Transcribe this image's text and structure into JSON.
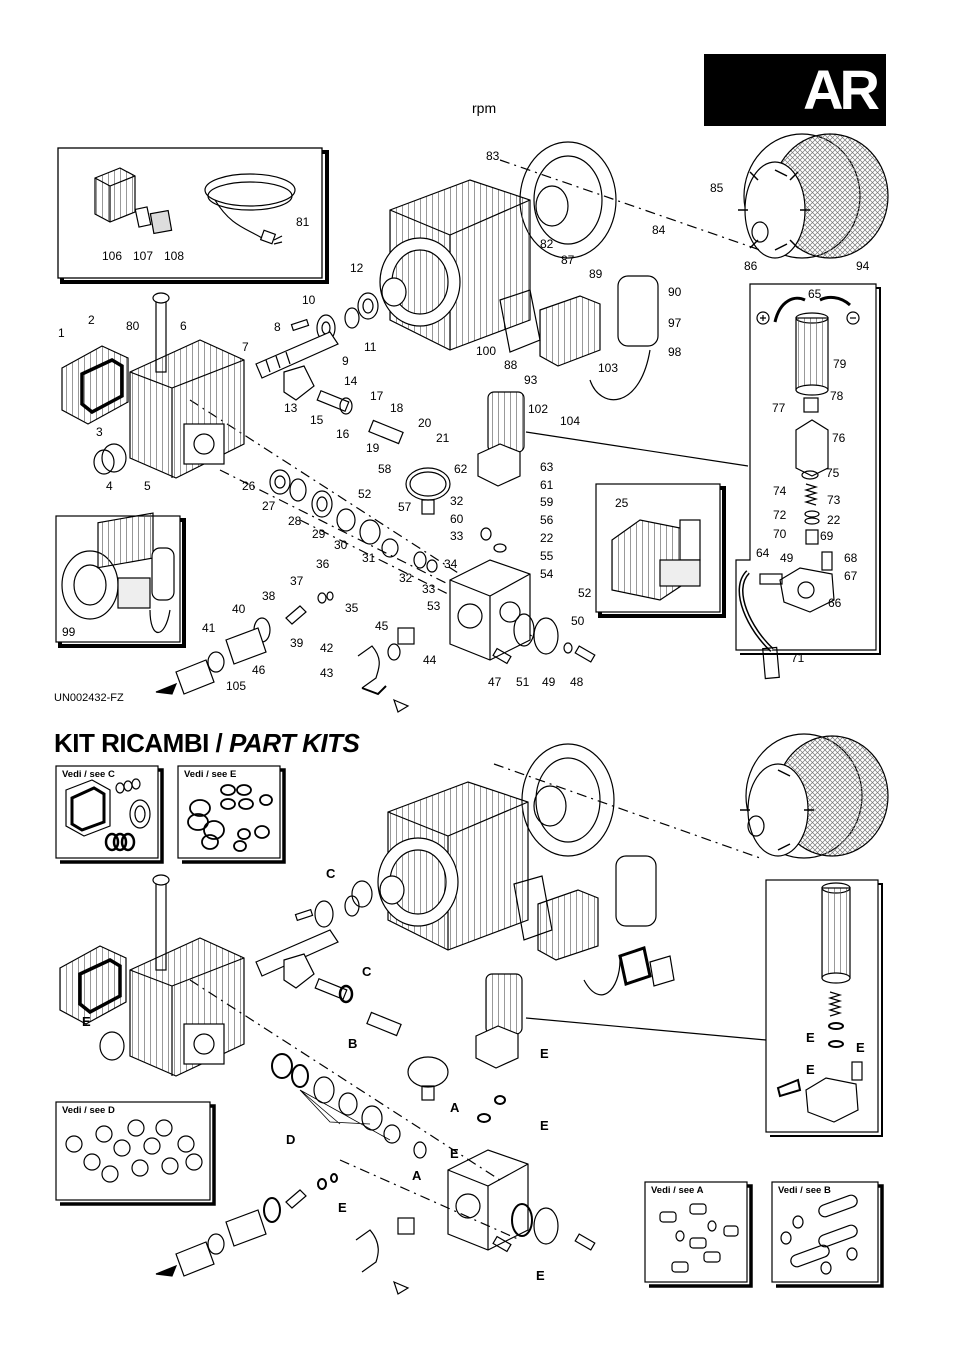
{
  "header": {
    "rpm_label": "rpm",
    "brand_logo_text": "AR"
  },
  "exploded_view": {
    "drawing_code": "UN002432-FZ",
    "callouts": [
      {
        "n": "83"
      },
      {
        "n": "85"
      },
      {
        "n": "81"
      },
      {
        "n": "82"
      },
      {
        "n": "84"
      },
      {
        "n": "86"
      },
      {
        "n": "94"
      },
      {
        "n": "106"
      },
      {
        "n": "107"
      },
      {
        "n": "108"
      },
      {
        "n": "12"
      },
      {
        "n": "87"
      },
      {
        "n": "89"
      },
      {
        "n": "90"
      },
      {
        "n": "65"
      },
      {
        "n": "10"
      },
      {
        "n": "8"
      },
      {
        "n": "2"
      },
      {
        "n": "80"
      },
      {
        "n": "6"
      },
      {
        "n": "1"
      },
      {
        "n": "11"
      },
      {
        "n": "9"
      },
      {
        "n": "7"
      },
      {
        "n": "100"
      },
      {
        "n": "88"
      },
      {
        "n": "97"
      },
      {
        "n": "98"
      },
      {
        "n": "79"
      },
      {
        "n": "14"
      },
      {
        "n": "13"
      },
      {
        "n": "17"
      },
      {
        "n": "18"
      },
      {
        "n": "15"
      },
      {
        "n": "16"
      },
      {
        "n": "93"
      },
      {
        "n": "103"
      },
      {
        "n": "102"
      },
      {
        "n": "104"
      },
      {
        "n": "77"
      },
      {
        "n": "78"
      },
      {
        "n": "3"
      },
      {
        "n": "20"
      },
      {
        "n": "21"
      },
      {
        "n": "19"
      },
      {
        "n": "76"
      },
      {
        "n": "4"
      },
      {
        "n": "5"
      },
      {
        "n": "58"
      },
      {
        "n": "62"
      },
      {
        "n": "63"
      },
      {
        "n": "61"
      },
      {
        "n": "75"
      },
      {
        "n": "26"
      },
      {
        "n": "27"
      },
      {
        "n": "52"
      },
      {
        "n": "57"
      },
      {
        "n": "32"
      },
      {
        "n": "59"
      },
      {
        "n": "74"
      },
      {
        "n": "73"
      },
      {
        "n": "25"
      },
      {
        "n": "60"
      },
      {
        "n": "56"
      },
      {
        "n": "72"
      },
      {
        "n": "22"
      },
      {
        "n": "28"
      },
      {
        "n": "33"
      },
      {
        "n": "22"
      },
      {
        "n": "70"
      },
      {
        "n": "69"
      },
      {
        "n": "29"
      },
      {
        "n": "30"
      },
      {
        "n": "55"
      },
      {
        "n": "64"
      },
      {
        "n": "49"
      },
      {
        "n": "68"
      },
      {
        "n": "31"
      },
      {
        "n": "34"
      },
      {
        "n": "54"
      },
      {
        "n": "67"
      },
      {
        "n": "36"
      },
      {
        "n": "32"
      },
      {
        "n": "33"
      },
      {
        "n": "37"
      },
      {
        "n": "52"
      },
      {
        "n": "66"
      },
      {
        "n": "38"
      },
      {
        "n": "35"
      },
      {
        "n": "53"
      },
      {
        "n": "40"
      },
      {
        "n": "99"
      },
      {
        "n": "50"
      },
      {
        "n": "45"
      },
      {
        "n": "39"
      },
      {
        "n": "41"
      },
      {
        "n": "42"
      },
      {
        "n": "44"
      },
      {
        "n": "71"
      },
      {
        "n": "46"
      },
      {
        "n": "43"
      },
      {
        "n": "47"
      },
      {
        "n": "51"
      },
      {
        "n": "49"
      },
      {
        "n": "48"
      },
      {
        "n": "105"
      }
    ]
  },
  "part_kits": {
    "title_regular": "KIT RICAMBI / ",
    "title_italic": "PART KITS",
    "kit_boxes": [
      {
        "label": "Vedi / see C"
      },
      {
        "label": "Vedi / see E"
      },
      {
        "label": "Vedi / see D"
      },
      {
        "label": "Vedi / see A"
      },
      {
        "label": "Vedi / see B"
      }
    ],
    "kit_letters": [
      {
        "t": "C"
      },
      {
        "t": "C"
      },
      {
        "t": "E"
      },
      {
        "t": "B"
      },
      {
        "t": "E"
      },
      {
        "t": "E"
      },
      {
        "t": "E"
      },
      {
        "t": "E"
      },
      {
        "t": "A"
      },
      {
        "t": "E"
      },
      {
        "t": "D"
      },
      {
        "t": "E"
      },
      {
        "t": "A"
      },
      {
        "t": "E"
      },
      {
        "t": "E"
      }
    ]
  }
}
